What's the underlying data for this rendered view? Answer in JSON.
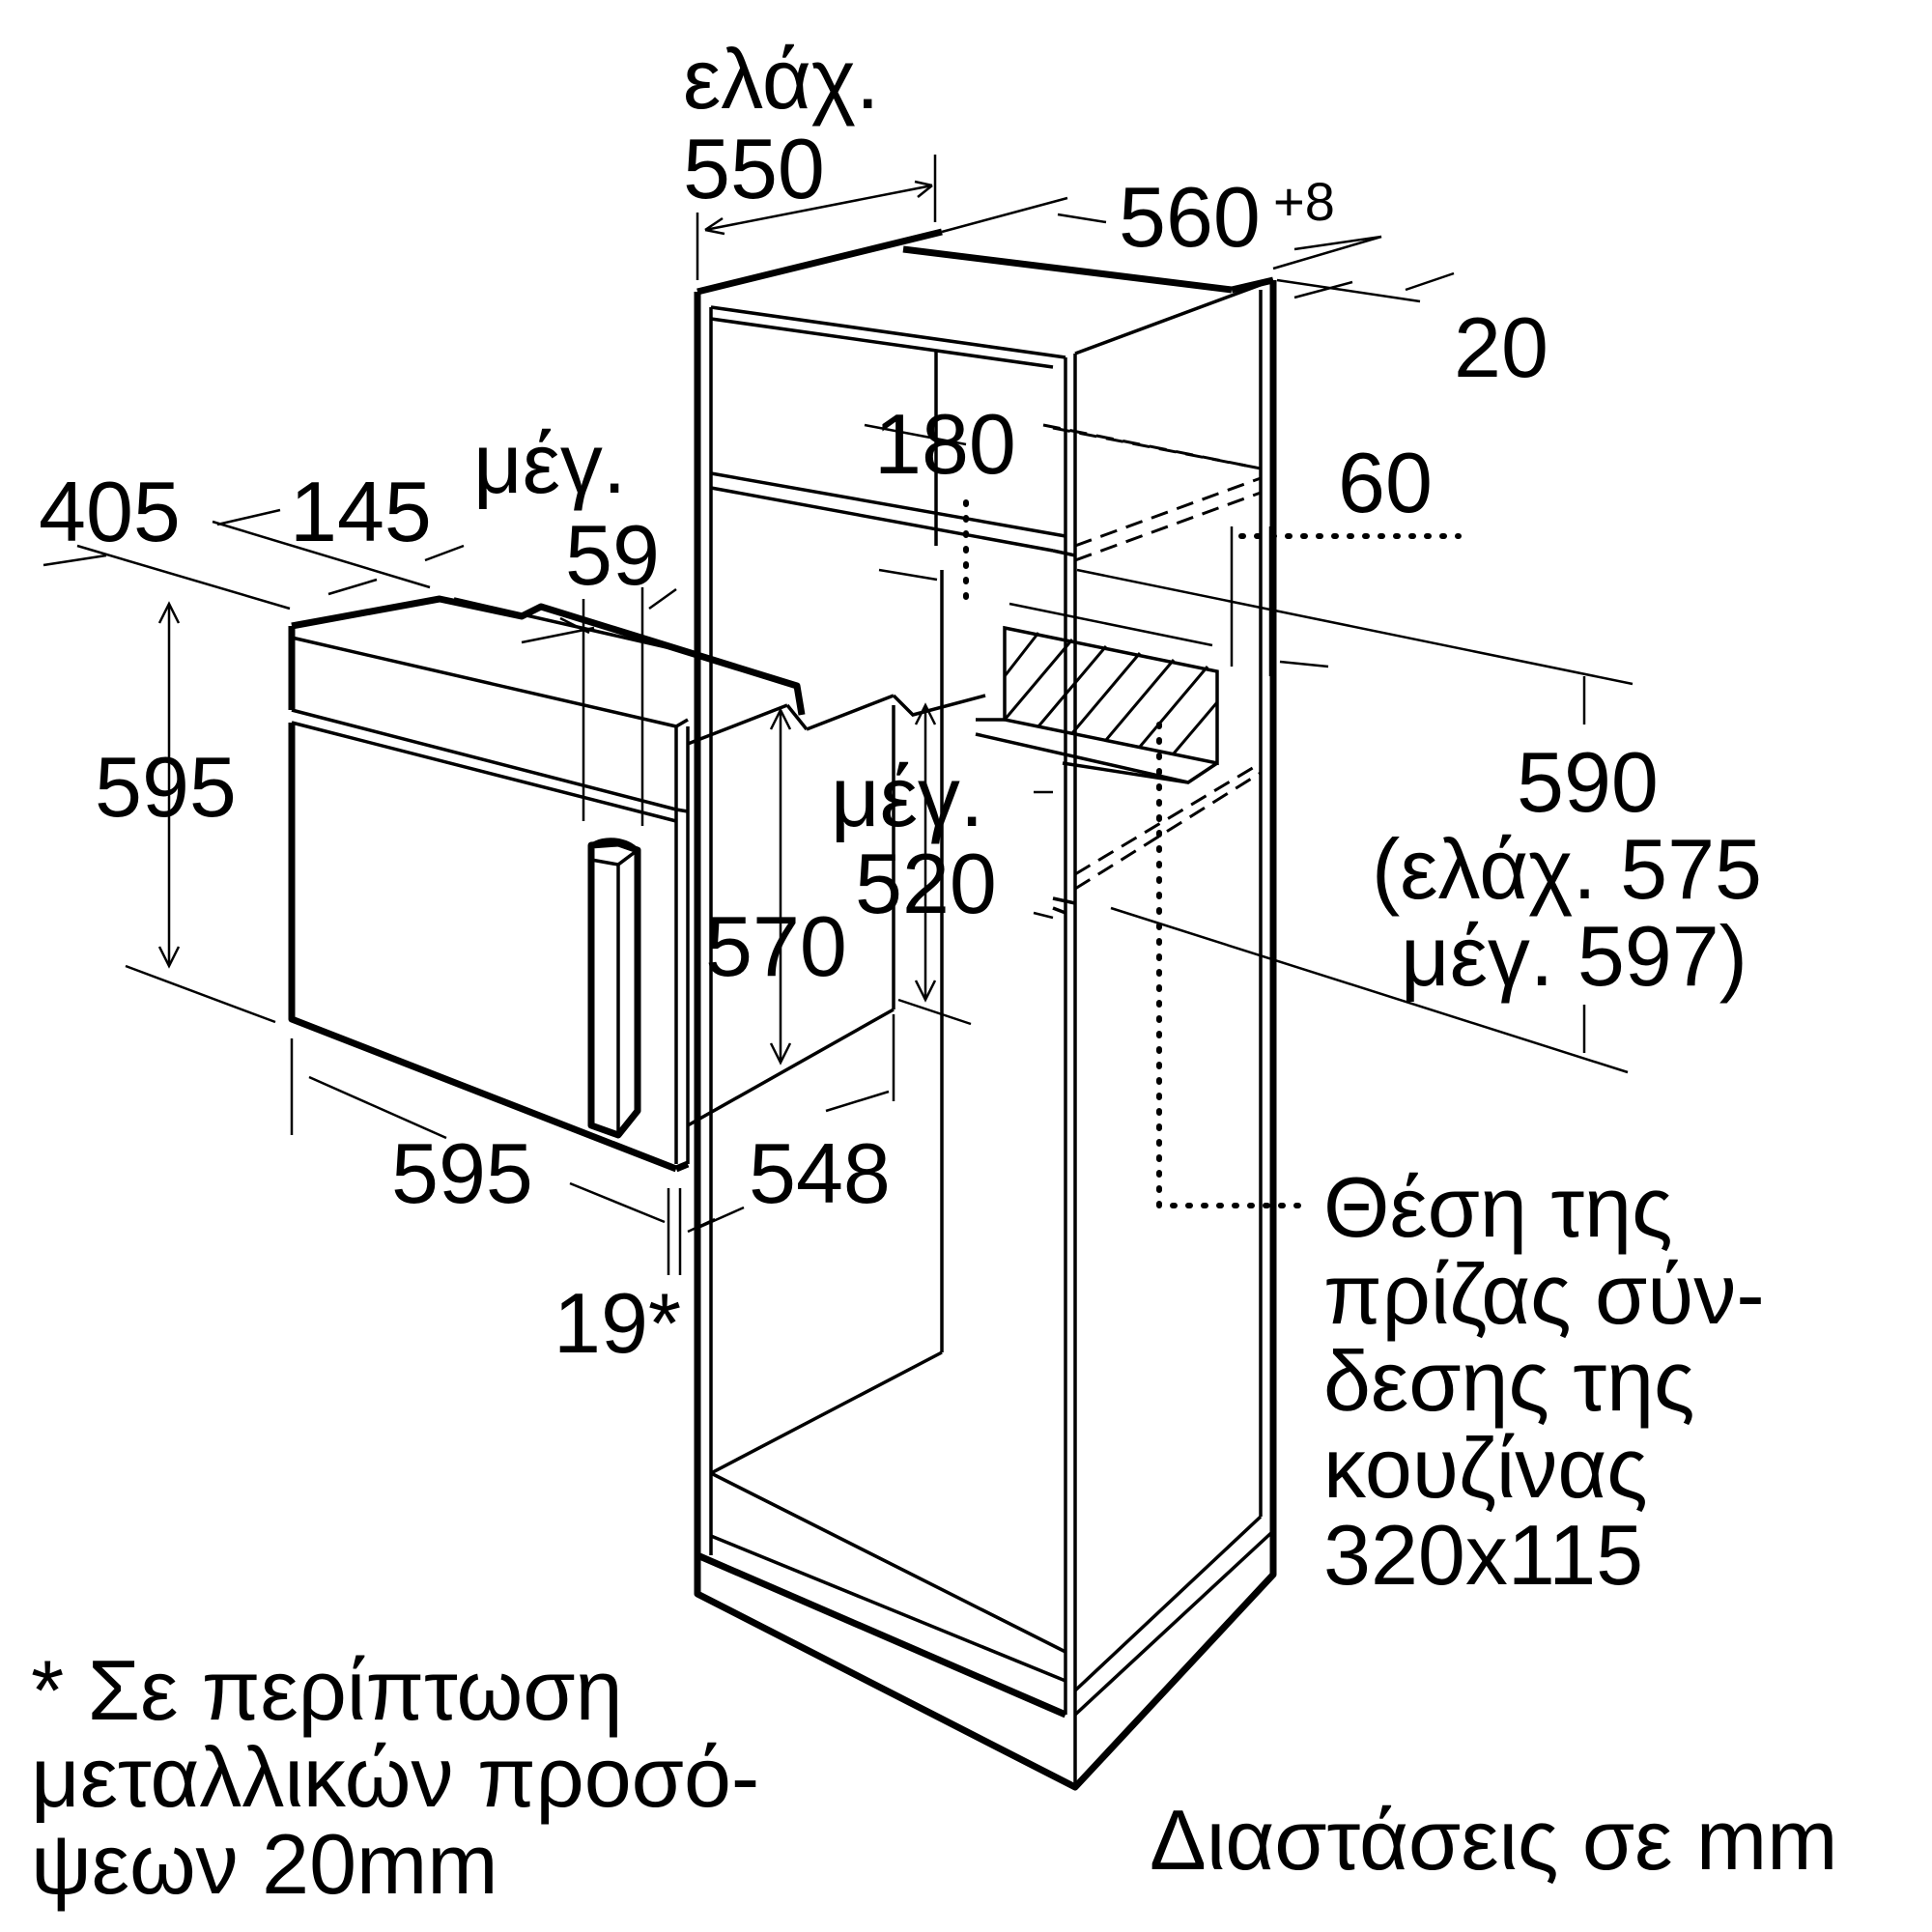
{
  "units_caption": "Διαστάσεις σε mm",
  "footnote": {
    "line1": "* Σε περίπτωση",
    "line2": "μεταλλικών προσό-",
    "line3": "ψεων 20mm"
  },
  "socket_note": {
    "line1": "Θέση της",
    "line2": "πρίζας σύν-",
    "line3": "δεσης της",
    "line4": "κουζίνας",
    "line5": "320x115"
  },
  "dimensions": {
    "min_depth_label": "ελάχ.",
    "min_depth_value": "550",
    "niche_width": "560",
    "niche_width_tolerance": "+8",
    "side_clearance": "20",
    "top_gap": "180",
    "rear_gap": "60",
    "depth_405": "405",
    "depth_145": "145",
    "max_label_1": "μέγ.",
    "max_59": "59",
    "height_595": "595",
    "max_label_2": "μέγ.",
    "max_520": "520",
    "body_570": "570",
    "niche_height": "590",
    "niche_height_min": "(ελάχ. 575",
    "niche_height_max": "μέγ. 597)",
    "width_595": "595",
    "width_548": "548",
    "front_19": "19*"
  }
}
